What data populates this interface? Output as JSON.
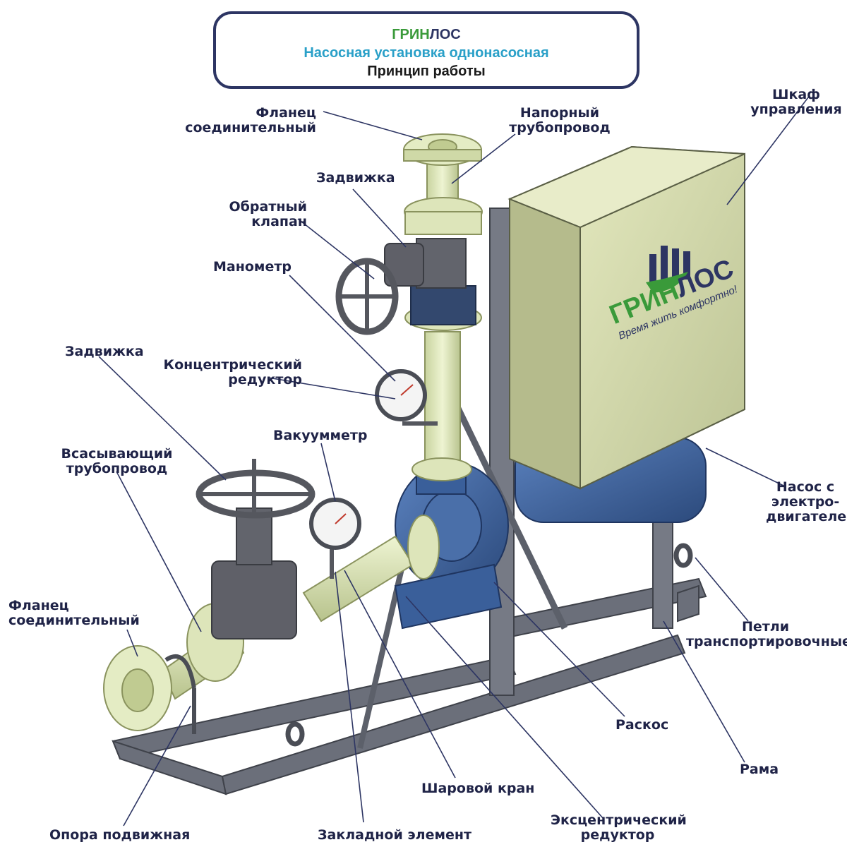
{
  "title": {
    "brand_green": "ГРИН",
    "brand_dark": "ЛОС",
    "subtitle": "Насосная установка однонасосная",
    "caption": "Принцип работы"
  },
  "cabinet_logo": {
    "brand_green": "ГРИН",
    "brand_dark": "ЛОС",
    "slogan": "Время жить комфортно!"
  },
  "labels": {
    "flange_top": "Фланец\nсоединительный",
    "pressure_pipe": "Напорный\nтрубопровод",
    "gate_valve_top": "Задвижка",
    "check_valve": "Обратный\nклапан",
    "manometer": "Манометр",
    "gate_valve_bottom": "Задвижка",
    "concentric_reducer": "Концентрический\nредуктор",
    "vacuum_meter": "Вакуумметр",
    "suction_pipe": "Всасывающий\nтрубопровод",
    "flange_bottom": "Фланец\nсоединительный",
    "movable_support": "Опора подвижная",
    "embedded_element": "Закладной элемент",
    "ball_valve": "Шаровой кран",
    "eccentric_reducer": "Эксцентрический\nредуктор",
    "brace": "Раскос",
    "frame": "Рама",
    "transport_loops": "Петли\nтранспортировочные",
    "pump_motor": "Насос с\nэлектро-\nдвигателем",
    "control_cabinet": "Шкаф\nуправления"
  },
  "colors": {
    "frame": "#6b6f7a",
    "pipe": "#e2ecc0",
    "pump": "#3a5f9a",
    "cabinet": "#d6dcae",
    "valve": "#5f6068",
    "leader": "#2d3563",
    "brand_green": "#3a9a3a",
    "brand_dark": "#2d3563"
  }
}
